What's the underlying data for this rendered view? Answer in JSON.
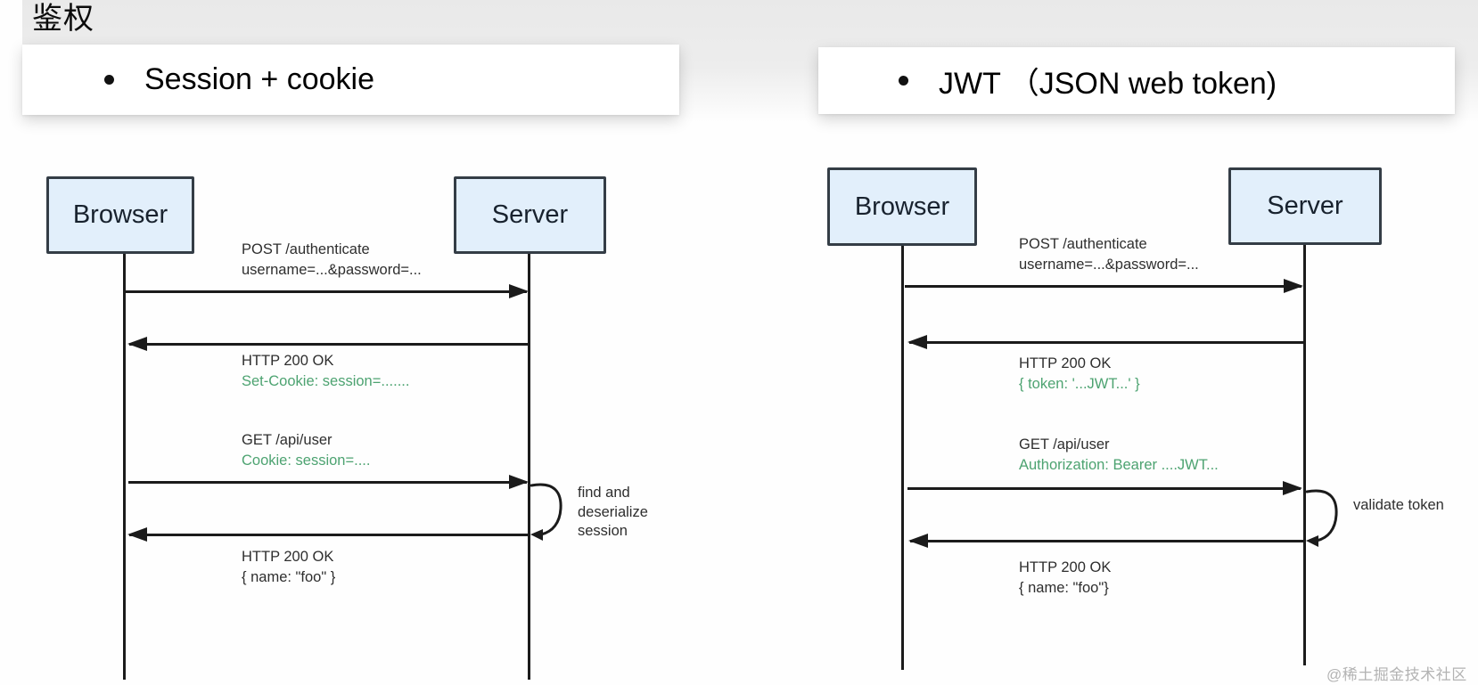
{
  "page": {
    "title": "鉴权",
    "watermark": "@稀土掘金技术社区"
  },
  "bullets": {
    "left": {
      "text": "Session + cookie"
    },
    "right": {
      "text": "JWT （JSON web token)"
    }
  },
  "colors": {
    "line": "#1b1b1b",
    "green": "#4da371",
    "text": "#2e2e2e",
    "box-fill": "#e2effb",
    "box-border": "#343d46"
  },
  "diagrams": {
    "left": {
      "actors": {
        "client": "Browser",
        "server": "Server"
      },
      "messages": {
        "m1_line1": "POST /authenticate",
        "m1_line2": "username=...&password=...",
        "m2_line1": "HTTP 200 OK",
        "m2_line2": "Set-Cookie: session=.......",
        "m3_line1": "GET /api/user",
        "m3_line2": "Cookie: session=....",
        "m4_line1": "HTTP 200 OK",
        "m4_line2": "{ name: \"foo\" }"
      },
      "loop": {
        "lines": [
          "find and",
          "deserialize",
          "session"
        ]
      }
    },
    "right": {
      "actors": {
        "client": "Browser",
        "server": "Server"
      },
      "messages": {
        "m1_line1": "POST /authenticate",
        "m1_line2": "username=...&password=...",
        "m2_line1": "HTTP 200 OK",
        "m2_line2": "{ token: '...JWT...' }",
        "m3_line1": "GET /api/user",
        "m3_line2": "Authorization: Bearer ....JWT...",
        "m4_line1": "HTTP 200 OK",
        "m4_line2": "{ name: \"foo\"}"
      },
      "loop": {
        "lines": [
          "validate token"
        ]
      }
    }
  }
}
